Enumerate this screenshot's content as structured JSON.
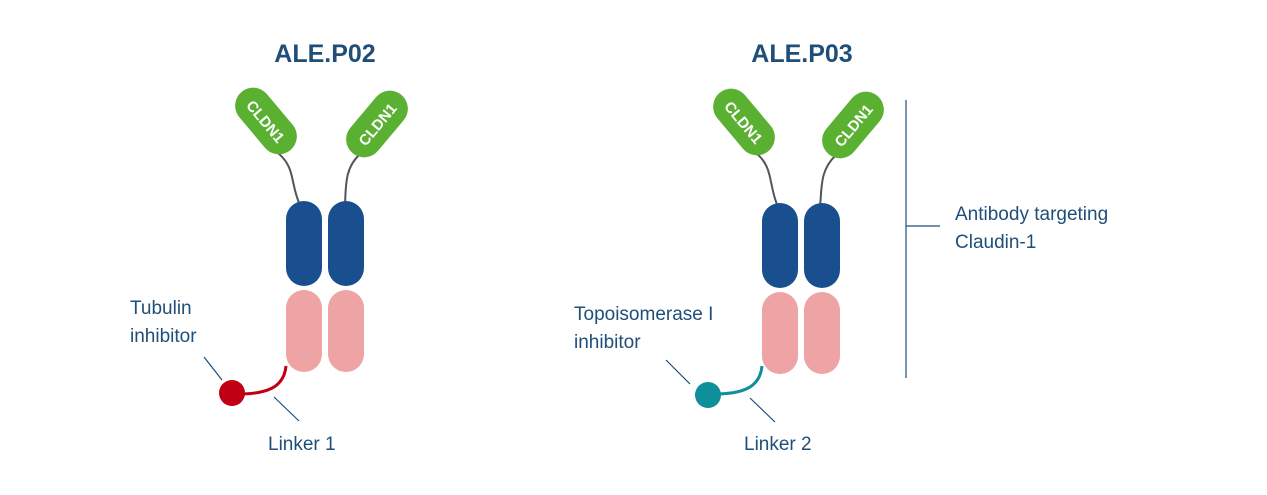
{
  "diagram": {
    "left": {
      "title": "ALE.P02",
      "domain_label_1": "CLDN1",
      "domain_label_2": "CLDN1",
      "payload_label_line1": "Tubulin",
      "payload_label_line2": "inhibitor",
      "linker_label": "Linker 1",
      "payload_color": "#c00012"
    },
    "right": {
      "title": "ALE.P03",
      "domain_label_1": "CLDN1",
      "domain_label_2": "CLDN1",
      "payload_label_line1": "Topoisomerase I",
      "payload_label_line2": "inhibitor",
      "linker_label": "Linker 2",
      "payload_color": "#0e8f9a"
    },
    "bracket_label_line1": "Antibody targeting",
    "bracket_label_line2": "Claudin-1",
    "colors": {
      "title": "#1f4e79",
      "cldn1_pill": "#5ab031",
      "heavy_chain": "#1a4f8f",
      "light_chain": "#eea3a5",
      "hinge": "#555555",
      "pointer_line": "#1f4e79"
    }
  }
}
